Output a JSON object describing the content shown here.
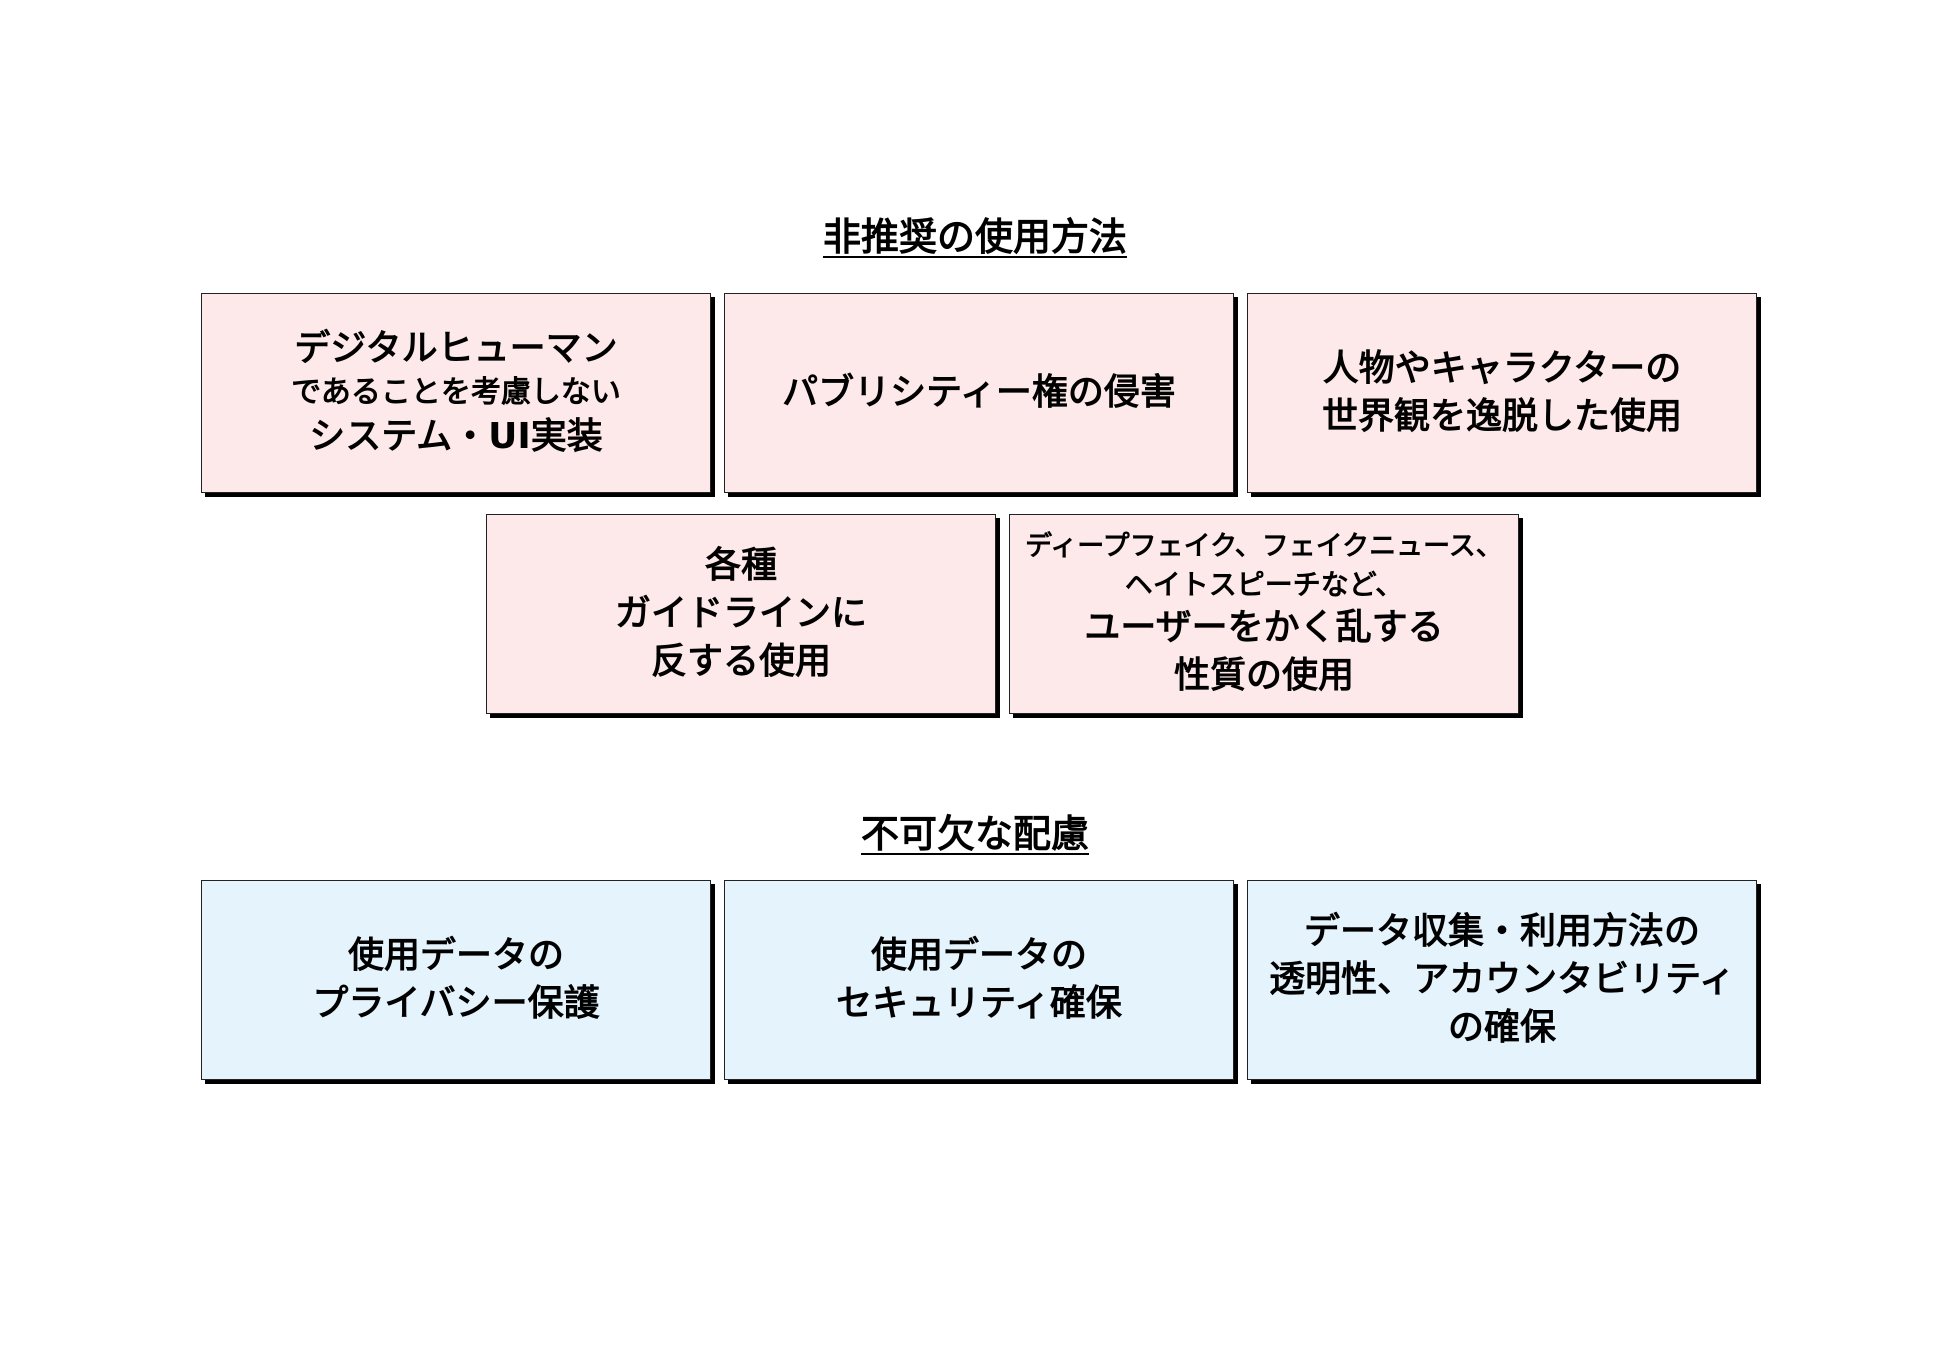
{
  "deprecated": {
    "title": "非推奨の使用方法",
    "boxes": [
      [
        "デジタルヒューマン",
        "であることを考慮しない",
        "システム・UI実装"
      ],
      [
        "パブリシティー権の侵害"
      ],
      [
        "人物やキャラクターの",
        "世界観を逸脱した使用"
      ],
      [
        "各種",
        "ガイドラインに",
        "反する使用"
      ],
      [
        "ディープフェイク、フェイクニュース、",
        "ヘイトスピーチなど、",
        "ユーザーをかく乱する",
        "性質の使用"
      ]
    ]
  },
  "essential": {
    "title": "不可欠な配慮",
    "boxes": [
      [
        "使用データの",
        "プライバシー保護"
      ],
      [
        "使用データの",
        "セキュリティ確保"
      ],
      [
        "データ収集・利用方法の",
        "透明性、アカウンタビリティ",
        "の確保"
      ]
    ]
  },
  "colors": {
    "deprecated_bg": "#fde9ea",
    "essential_bg": "#e5f4fc"
  }
}
